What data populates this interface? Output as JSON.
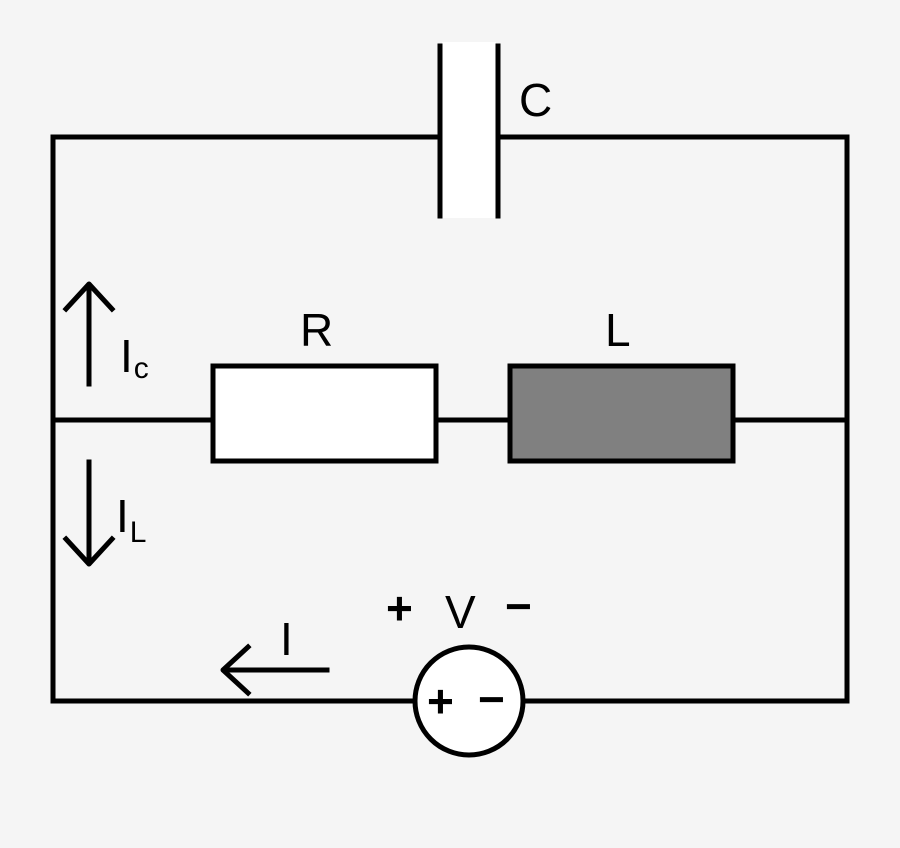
{
  "colors": {
    "background": "#f5f5f5",
    "wire": "#000000",
    "resistor_fill": "#ffffff",
    "inductor_fill": "#808080",
    "source_fill": "#ffffff"
  },
  "labels": {
    "capacitor": "C",
    "resistor": "R",
    "inductor": "L",
    "current_c_main": "I",
    "current_c_sub": "c",
    "current_l_main": "I",
    "current_l_sub": "L",
    "current_total": "I",
    "voltage_plus": "+",
    "voltage_name": "V",
    "voltage_minus": "−",
    "source_plus": "+",
    "source_minus": "−"
  }
}
